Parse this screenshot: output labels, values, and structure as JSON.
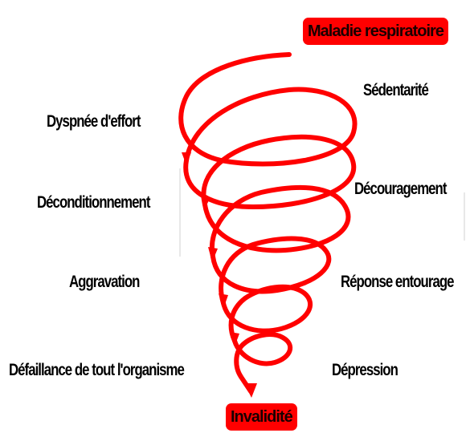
{
  "top_badge": "Maladie respiratoire",
  "bottom_badge": "Invalidité",
  "labels": {
    "sedentarite": "Sédentarité",
    "dyspnee": "Dyspnée d'effort",
    "decouragement": "Découragement",
    "deconditionnement": "Déconditionnement",
    "aggravation": "Aggravation",
    "reponse_entourage": "Réponse entourage",
    "defaillance": "Défaillance de tout l'organisme",
    "depression": "Dépression"
  },
  "colors": {
    "spiral": "#ff0000",
    "badge": "#ff0000",
    "text": "#000000"
  }
}
